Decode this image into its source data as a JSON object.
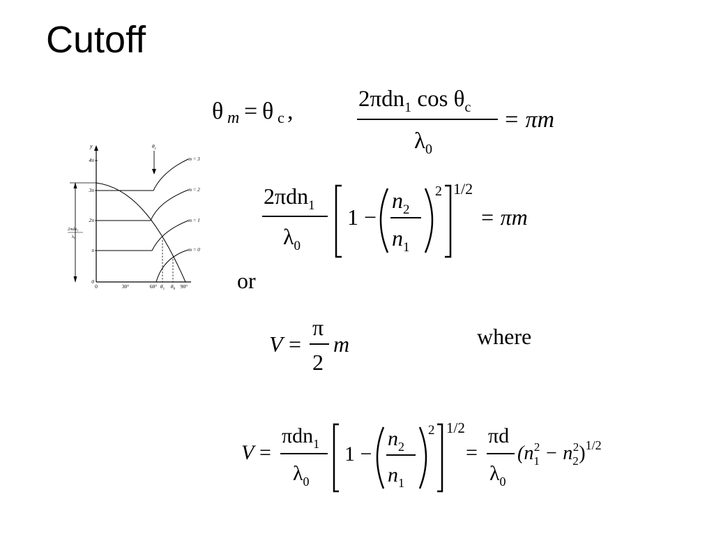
{
  "slide": {
    "title": "Cutoff",
    "or_label": "or",
    "where_label": "where"
  },
  "equations": {
    "e1": {
      "theta": "θ",
      "m": "m",
      "equals": "=",
      "theta_c": "θ",
      "c": "c",
      "comma": ","
    },
    "e2": {
      "num": "2πdn",
      "sub1": "1",
      "cos": " cos θ",
      "subc": "c",
      "den": "λ",
      "sub0": "0",
      "rhs": "= πm"
    },
    "e3": {
      "num": "2πdn",
      "sub1": "1",
      "den": "λ",
      "sub0": "0",
      "one": "1 −",
      "n2": "n",
      "n2sub": "2",
      "n1": "n",
      "n1sub": "1",
      "sq": "2",
      "half": "1/2",
      "rhs": "= πm"
    },
    "e4": {
      "V": "V",
      "eq": "=",
      "pi": "π",
      "two": "2",
      "m": "m"
    },
    "e5": {
      "V": "V",
      "eq": "=",
      "num": "πdn",
      "sub1": "1",
      "den": "λ",
      "sub0": "0",
      "one": "1 −",
      "n2": "n",
      "n2sub": "2",
      "n1": "n",
      "n1sub": "1",
      "sq": "2",
      "half": "1/2",
      "eq2": "=",
      "pid": "πd",
      "den2": "λ",
      "sub02": "0",
      "tail_open": "(n",
      "t1sub": "1",
      "t1sup": "2",
      "minus": " − n",
      "t2sub": "2",
      "t2sup": "2",
      "tail_close": ")",
      "tailsup": "1/2"
    }
  },
  "diagram": {
    "y_axis_label": "y",
    "theta_c_label": "θ",
    "theta_c_sub": "c",
    "y_ticks": [
      "4π",
      "3π",
      "2π",
      "π",
      "0"
    ],
    "x_ticks": [
      "0",
      "30°",
      "60°",
      "θ",
      "θ",
      "90°"
    ],
    "x_tick_subs": [
      "",
      "",
      "",
      "1",
      "0",
      ""
    ],
    "mode_labels": [
      "m = 3",
      "m = 2",
      "m = 1",
      "m = 0"
    ],
    "left_label_num": "2πdn",
    "left_label_sub": "1",
    "left_label_den": "λ",
    "left_label_den_sub": "0"
  }
}
